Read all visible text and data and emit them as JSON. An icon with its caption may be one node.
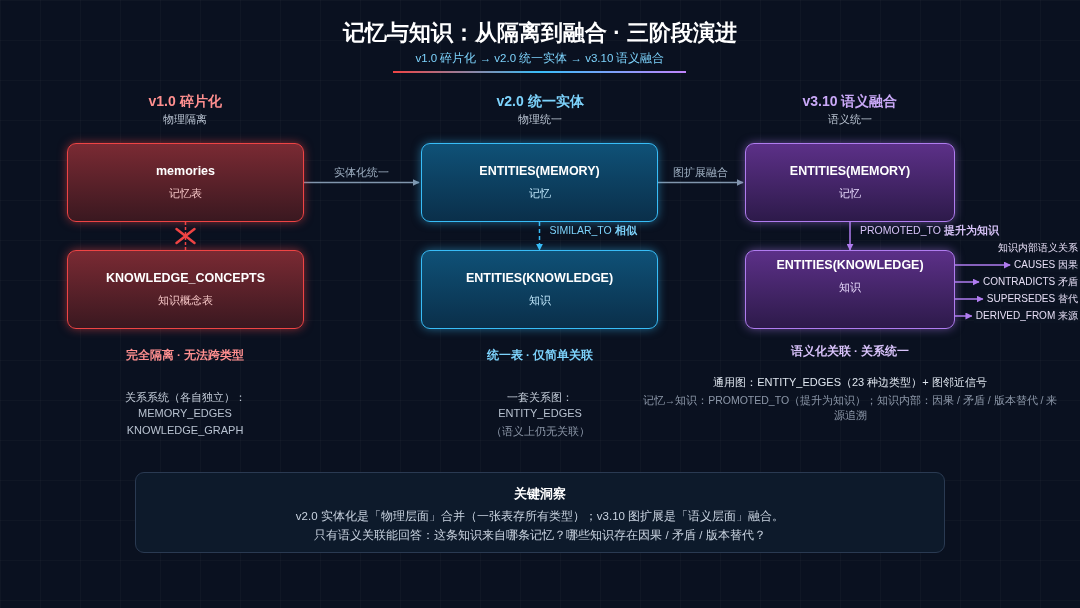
{
  "diagram": {
    "title": "记忆与知识：从隔离到融合 · 三阶段演进",
    "nodes": [
      {
        "text": [
          "memories",
          "记忆表"
        ]
      },
      {
        "text": [
          "KNOWLEDGE_CONCEPTS",
          "知识概念表"
        ]
      },
      {
        "text": [
          "ENTITIES(MEMORY)",
          "记忆"
        ]
      },
      {
        "text": [
          "ENTITIES(KNOWLEDGE)",
          "知识"
        ]
      },
      {
        "text": [
          "ENTITIES(MEMORY)",
          "记忆"
        ]
      },
      {
        "text": [
          "ENTITIES(KNOWLEDGE)",
          "知识"
        ]
      },
      {
        "text": [
          "CAUSES 因果"
        ]
      },
      {
        "text": [
          "CONTRADICTS 矛盾"
        ]
      },
      {
        "text": [
          "SUPERSEDES 替代"
        ]
      },
      {
        "text": [
          "DERIVED_FROM 来源"
        ]
      },
      {
        "text": [
          "关键洞察",
          "v2.0 实体化是「物理层面」合并（一张表存所有类型）；v3.10 图扩展是「语义层面」融合。",
          "只有语义关联能回答：这条知识来自哪条记忆？哪些知识存在因果 / 矛盾 / 版本替代？"
        ]
      }
    ],
    "edges": [
      {
        "from": 0,
        "to": 1,
        "arrow": "none",
        "style": "dashed",
        "color": "#ef4444"
      },
      {
        "from": 0,
        "to": 2,
        "arrow": "to",
        "label": "实体化统一",
        "color": "#8196ad"
      },
      {
        "from": 2,
        "to": 3,
        "arrow": "to",
        "label": "SIMILAR_TO **相似**",
        "style": "dashed",
        "color": "#38bdf8"
      },
      {
        "from": 2,
        "to": 4,
        "arrow": "to",
        "label": "图扩展融合",
        "color": "#8196ad"
      },
      {
        "from": 4,
        "to": 5,
        "arrow": "to",
        "label": "PROMOTED_TO **提升为知识**"
      },
      {
        "from": 5,
        "to": 6,
        "arrow": "to"
      },
      {
        "from": 5,
        "to": 7,
        "arrow": "to"
      },
      {
        "from": 5,
        "to": 8,
        "arrow": "to"
      },
      {
        "from": 5,
        "to": 9,
        "arrow": "to"
      }
    ],
    "labels": [
      "v1.0 碎片化 → v2.0 统一实体 → v3.10 语义融合",
      "v1.0 碎片化",
      "物理隔离",
      "v2.0 统一实体",
      "物理统一",
      "v3.10 语义融合",
      "语义统一",
      "知识内部语义关系",
      "完全隔离 · 无法跨类型",
      "统一表 · 仅简单关联",
      "语义化关联 · 关系统一",
      "关系系统（各自独立）：",
      "MEMORY_EDGES",
      "KNOWLEDGE_GRAPH",
      "一套关系图：",
      "ENTITY_EDGES",
      "（语义上仍无关联）",
      "通用图：ENTITY_EDGES（23 种边类型）+ 图邻近信号",
      "记忆→知识：PROMOTED_TO（提升为知识）；知识内部：因果 / 矛盾 / 版本替代 / 来源追溯"
    ]
  }
}
